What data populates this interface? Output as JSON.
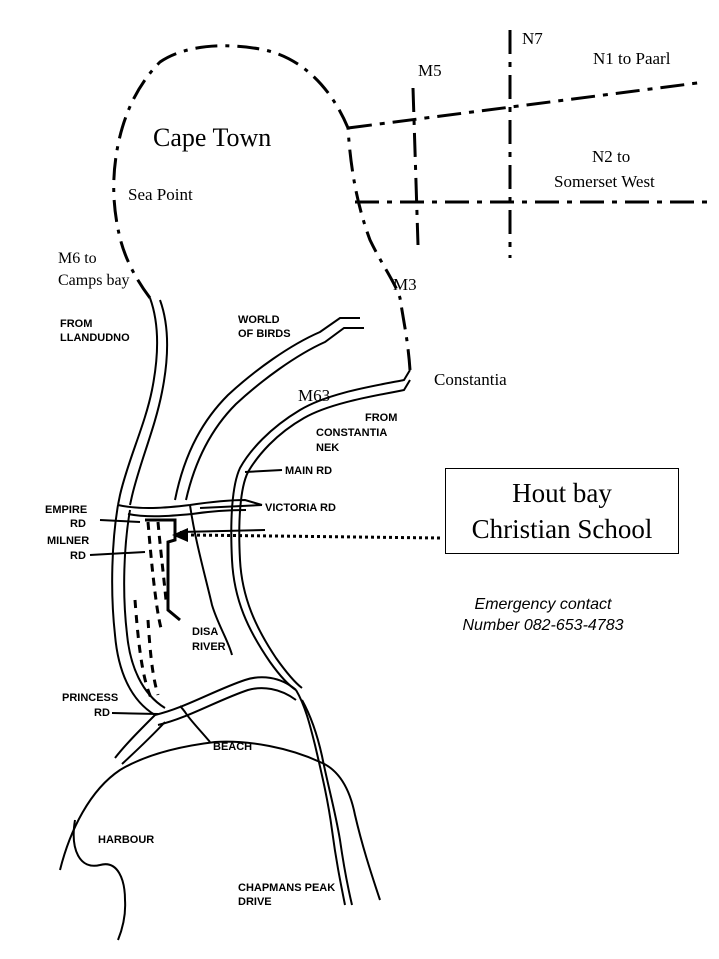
{
  "labels": {
    "n7": "N7",
    "m5": "M5",
    "n1": "N1 to Paarl",
    "cape_town": "Cape Town",
    "n2_line1": "N2 to",
    "n2_line2": "Somerset West",
    "sea_point": "Sea Point",
    "m6_line1": "M6 to",
    "m6_line2": "Camps bay",
    "m3": "M3",
    "from_llandudno_1": "FROM",
    "from_llandudno_2": "LLANDUDNO",
    "world_of_birds_1": "WORLD",
    "world_of_birds_2": "OF BIRDS",
    "constantia": "Constantia",
    "m63": "M63",
    "from_constantia_1": "FROM",
    "from_constantia_2": "CONSTANTIA",
    "from_constantia_3": "NEK",
    "main_rd": "MAIN RD",
    "victoria_rd": "VICTORIA RD",
    "empire_rd_1": "EMPIRE",
    "empire_rd_2": "RD",
    "milner_rd_1": "MILNER",
    "milner_rd_2": "RD",
    "disa_river_1": "DISA",
    "disa_river_2": "RIVER",
    "princess_rd_1": "PRINCESS",
    "princess_rd_2": "RD",
    "beach": "BEACH",
    "harbour": "HARBOUR",
    "chapmans_1": "CHAPMANS PEAK",
    "chapmans_2": "DRIVE"
  },
  "school": {
    "line1": "Hout bay",
    "line2": "Christian School"
  },
  "emergency": {
    "line1": "Emergency contact",
    "line2": "Number 082-653-4783"
  }
}
